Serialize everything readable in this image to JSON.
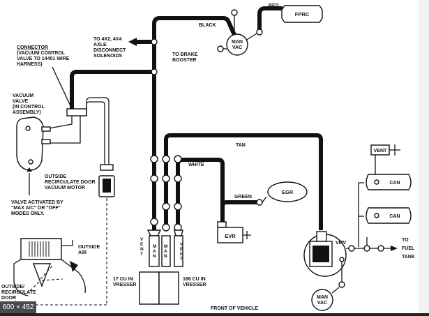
{
  "labels": {
    "black": "BLACK",
    "red": "RED",
    "fprc": "FPRC",
    "man_vac_top": [
      "MAN",
      "VAC"
    ],
    "to_brake_booster": [
      "TO BRAKE",
      "BOOSTER"
    ],
    "to_4x2": [
      "TO 4X2, 4X4",
      "AXLE",
      "DISCONNECT",
      "SOLENOIDS"
    ],
    "connector": [
      "CONNECTOR",
      "(VACUUM CONTROL",
      "VALVE TO 14401 WIRE",
      "HARNESS)"
    ],
    "vacuum_valve": [
      "VACUUM",
      "VALVE",
      "(IN CONTROL",
      "ASSEMBLY)"
    ],
    "outside_recirc_motor": [
      "OUTSIDE",
      "RECIRCULATE DOOR",
      "VACUUM MOTOR"
    ],
    "valve_activated": [
      "VALVE ACTIVATED BY",
      "\"MAX A/C\" OR \"OFF\"",
      "MODES ONLY."
    ],
    "outside_air": [
      "OUTSIDE",
      "AIR"
    ],
    "outside_recirc_door": [
      "OUTSIDE/",
      "RECIRCULATE",
      "DOOR"
    ],
    "tan": "TAN",
    "white": "WHITE",
    "green": "GREEN",
    "egr": "EGR",
    "evr": "EVR",
    "vent_box": "VENT",
    "can": "CAN",
    "vmv": "VMV",
    "to_fuel_tank": [
      "TO",
      "FUEL",
      "TANK"
    ],
    "man_vac_bottom": [
      "MAN",
      "VAC"
    ],
    "vent_vertical": "VENT",
    "man_vertical": "MAN",
    "res_17": [
      "17 CU IN",
      "VRESSER"
    ],
    "res_166": [
      "166 CU IN",
      "VRESSER"
    ],
    "front_of_vehicle": "FRONT OF VEHICLE"
  },
  "badge": "600 × 452"
}
